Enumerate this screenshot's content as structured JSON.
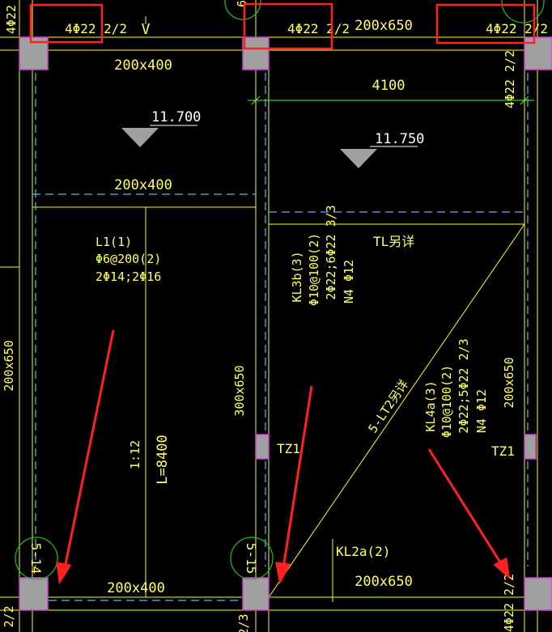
{
  "colors": {
    "background": "#000000",
    "beam_line": "#ffff00",
    "dashed_beam": "#40c0ff",
    "column_fill": "#a0a0a0",
    "column_edge": "#d040d0",
    "dim_line": "#40ff40",
    "grid_bubble": "#20c020",
    "highlight": "#ff2020",
    "text": "#ffff66"
  },
  "highlight_boxes": [
    {
      "label": "4Φ22 2/2"
    },
    {
      "label": "4Φ22 2/2"
    },
    {
      "label": "4Φ22 2/2"
    }
  ],
  "labels": {
    "top_left_edge": "4Φ22",
    "top_center_edge": "6",
    "top_right_beam": "200x650",
    "beam_200x400_top": "200x400",
    "dim_4100": "4100",
    "elev_left": "11.700",
    "elev_right": "11.750",
    "beam_200x400_mid": "200x400",
    "tl_note": "TL另详",
    "l1_name": "L1(1)",
    "l1_stirrup": "Φ6@200(2)",
    "l1_bars": "2Φ14;2Φ16",
    "kl3b_name": "KL3b(3)",
    "kl3b_stirrup": "Φ10@100(2)",
    "kl3b_bars": "2Φ22;6Φ22 3/3",
    "kl3b_n": "N4 Φ12",
    "left_vert_beam": "200x650",
    "center_vert_beam": "300x650",
    "right_vert_beam": "200x650",
    "right_vert_rebar": "4Φ22 2/2",
    "lt2": "5-LT2另详",
    "kl4a_name": "KL4a(3)",
    "kl4a_stirrup": "Φ10@100(2)",
    "kl4a_bars": "2Φ22;5Φ22 2/3",
    "kl4a_n": "N4 Φ12",
    "tz1_left": "TZ1",
    "tz1_right": "TZ1",
    "slope": "1:12",
    "length": "L=8400",
    "kl2a": "KL2a(2)",
    "beam_200x400_bottom": "200x400",
    "beam_200x650_bottom": "200x650",
    "left_edge_bottom": "2/2",
    "right_edge_bottom": "4Φ22 2/2",
    "center_edge_bottom": "2/3"
  },
  "grid_bubbles": [
    {
      "label": "5-14"
    },
    {
      "label": "5-15"
    }
  ]
}
